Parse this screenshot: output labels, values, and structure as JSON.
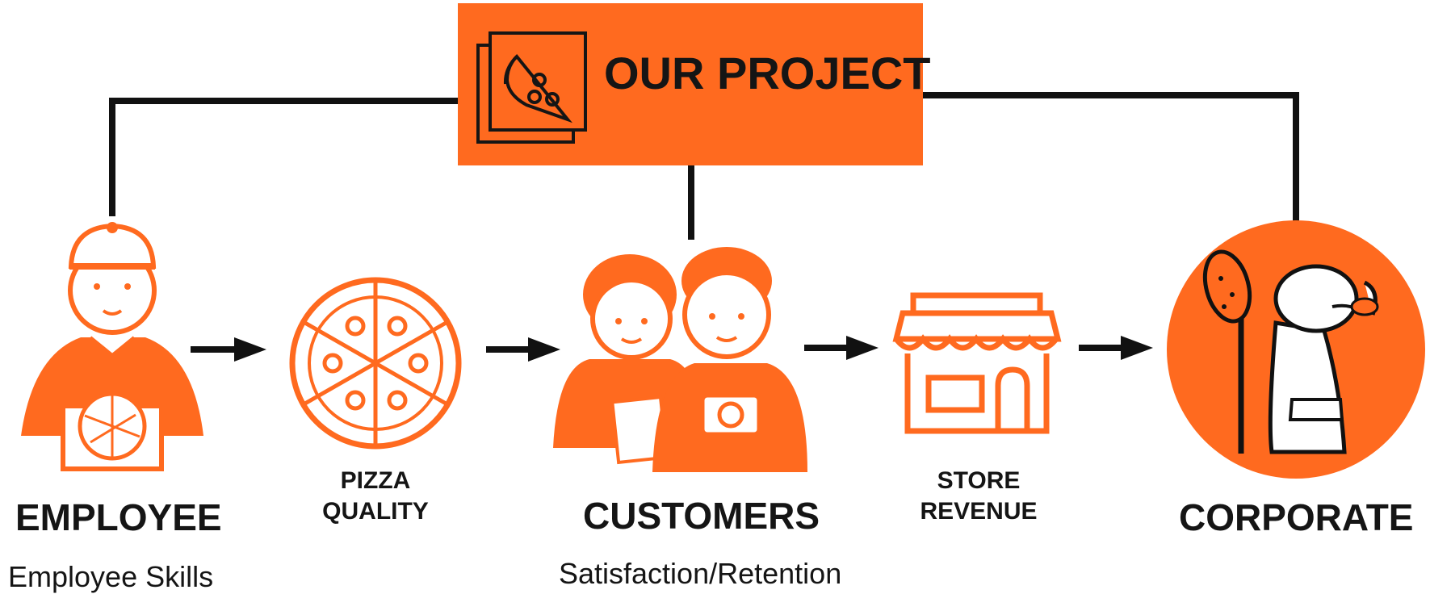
{
  "colors": {
    "accent": "#ff6a1f",
    "line": "#111111",
    "ink": "#151515"
  },
  "title": {
    "text": "OUR PROJECT",
    "icon": "pizza-slice-icon"
  },
  "nodes": {
    "employee": {
      "label": "EMPLOYEE",
      "sub": "Employee Skills",
      "icon": "delivery-employee-icon"
    },
    "pizza": {
      "label_line1": "PIZZA",
      "label_line2": "QUALITY",
      "icon": "pizza-icon"
    },
    "customers": {
      "label": "CUSTOMERS",
      "sub": "Satisfaction/Retention",
      "icon": "customers-icon"
    },
    "store": {
      "label_line1": "STORE",
      "label_line2": "REVENUE",
      "icon": "storefront-icon"
    },
    "corporate": {
      "label": "CORPORATE",
      "icon": "little-caesar-mascot-icon"
    }
  }
}
